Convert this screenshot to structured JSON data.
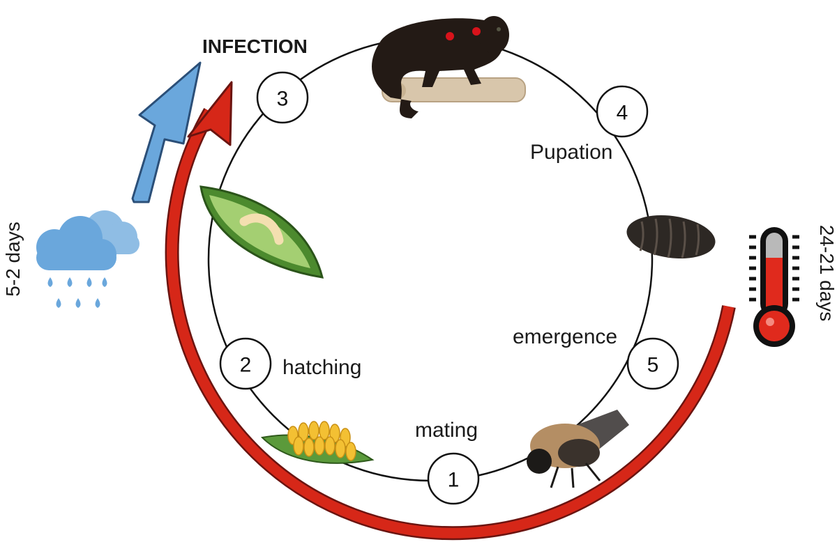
{
  "title": "INFECTION",
  "stages": [
    {
      "number": "1",
      "label": "mating"
    },
    {
      "number": "2",
      "label": "hatching"
    },
    {
      "number": "3",
      "label": ""
    },
    {
      "number": "4",
      "label": "Pupation"
    },
    {
      "number": "5",
      "label": "emergence"
    }
  ],
  "rain_duration": "5-2 days",
  "heat_duration": "24-21 days",
  "colors": {
    "red_arrow": "#d62718",
    "blue_arrow": "#6aa7dc",
    "cloud": "#6aa7dc",
    "thermo_red": "#e02a1d"
  },
  "icons": {
    "host": "howler-monkey",
    "larva": "larva-in-leaf",
    "pupa": "pupa",
    "adult": "botfly",
    "eggs": "eggs-on-leaf",
    "rain": "rain-cloud",
    "heat": "thermometer"
  }
}
